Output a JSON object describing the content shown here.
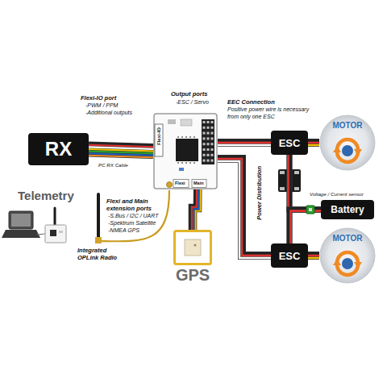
{
  "diagram": {
    "nodes": [
      {
        "text": [
          "RX"
        ]
      },
      {
        "text": [
          "Flexi-IO",
          "Flexi",
          "Main"
        ]
      },
      {
        "text": [
          "MOTOR"
        ]
      },
      {
        "text": [
          "ESC"
        ]
      },
      {
        "text": [
          "Battery"
        ]
      },
      {
        "text": [
          "ESC"
        ]
      },
      {
        "text": [
          "MOTOR"
        ]
      },
      {
        "text": [
          "GPS"
        ]
      }
    ],
    "edges": [
      {
        "from": 0,
        "to": 1,
        "arrow": "none"
      },
      {
        "from": 1,
        "to": 3,
        "arrow": "none"
      },
      {
        "from": 1,
        "to": 5,
        "arrow": "none"
      },
      {
        "from": 3,
        "to": 2,
        "arrow": "none"
      },
      {
        "from": 5,
        "to": 6,
        "arrow": "none"
      },
      {
        "from": 4,
        "to": 3,
        "arrow": "none"
      },
      {
        "from": 4,
        "to": 5,
        "arrow": "none"
      },
      {
        "from": 7,
        "to": 1,
        "arrow": "none"
      }
    ],
    "labels": [
      "Flexi-IO port",
      "-PWM / PPM",
      "-Additional outputs",
      "PC RX Cable",
      "Output ports",
      "-ESC / Servo",
      "EEC Connection",
      "Positive power wire is necessary from only one ESC",
      "Power Distribution",
      "Voltage / Current sensor",
      "Telemetry",
      "Flexi and Main extension ports",
      "-S.Bus / I2C / UART",
      "-Spektrum Satellite",
      "-NMEA GPS",
      "Integrated OPLink Radio"
    ]
  }
}
